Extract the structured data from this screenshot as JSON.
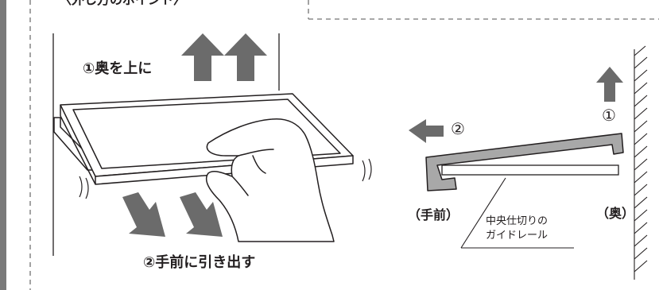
{
  "title_fragment": "〈外し方のポイント〉",
  "left_panel": {
    "step1_label": "①奥を上に",
    "step2_label": "②手前に引き出す"
  },
  "right_panel": {
    "step1_marker": "①",
    "step2_marker": "②",
    "front_label": "（手前）",
    "back_label": "（奥）",
    "rail_label_line1": "中央仕切りの",
    "rail_label_line2": "ガイドレール"
  },
  "colors": {
    "arrow_gray": "#6b6b6b",
    "tray_gray": "#a8a8a8",
    "line": "#231f20",
    "dashed": "#8c8c8c"
  }
}
